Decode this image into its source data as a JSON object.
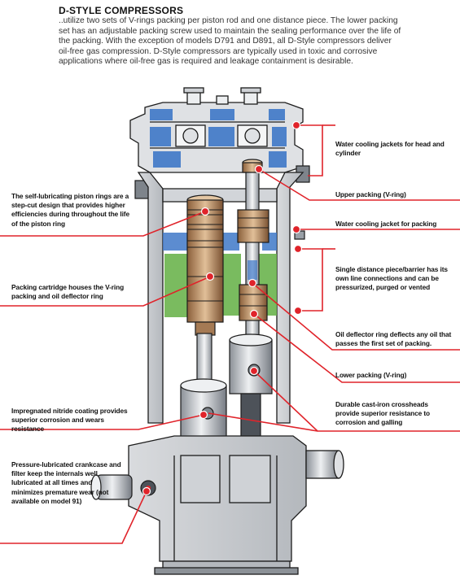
{
  "header": {
    "title": "D-STYLE COMPRESSORS",
    "intro": "..utilize two sets of V-rings packing per piston rod and one distance piece. The lower packing set has an adjustable packing screw used to maintain the sealing performance over the life of the packing. With the exception of models D791 and D891, all D-Style compressors deliver oil-free gas compression. D-Style compressors are typically used in toxic and corrosive applications where oil-free gas is required and leakage containment is desirable."
  },
  "callouts_left": [
    "The self-lubricating piston rings are a step-cut design that provides higher efficiencies during throughout the life of the piston ring",
    "Packing cartridge houses the V-ring packing and oil deflector ring",
    "Impregnated nitride coating provides superior corrosion and wears resistance",
    "Pressure-lubricated crankcase and filter keep the internals well lubricated at all times and minimizes premature wear (not available on model 91)"
  ],
  "callouts_right": [
    "Water cooling jackets for head and cylinder",
    "Upper packing (V-ring)",
    "Water cooling jacket for packing",
    "Single distance piece/barrier has its own line connections and can be pressurized, purged or vented",
    "Oil deflector ring deflects any oil that passes the first set of packing.",
    "Lower packing (V-ring)",
    "Durable cast-iron crossheads provide superior resistance to corrosion and galling"
  ],
  "colors": {
    "accent_red": "#e0232a",
    "cooling_blue": "#3f78c8",
    "distance_green": "#6bb44e",
    "bronze": "#b98a5c",
    "steel": "#c9ccd1",
    "steel_dark": "#6e737b",
    "outline": "#1c1c1c"
  }
}
